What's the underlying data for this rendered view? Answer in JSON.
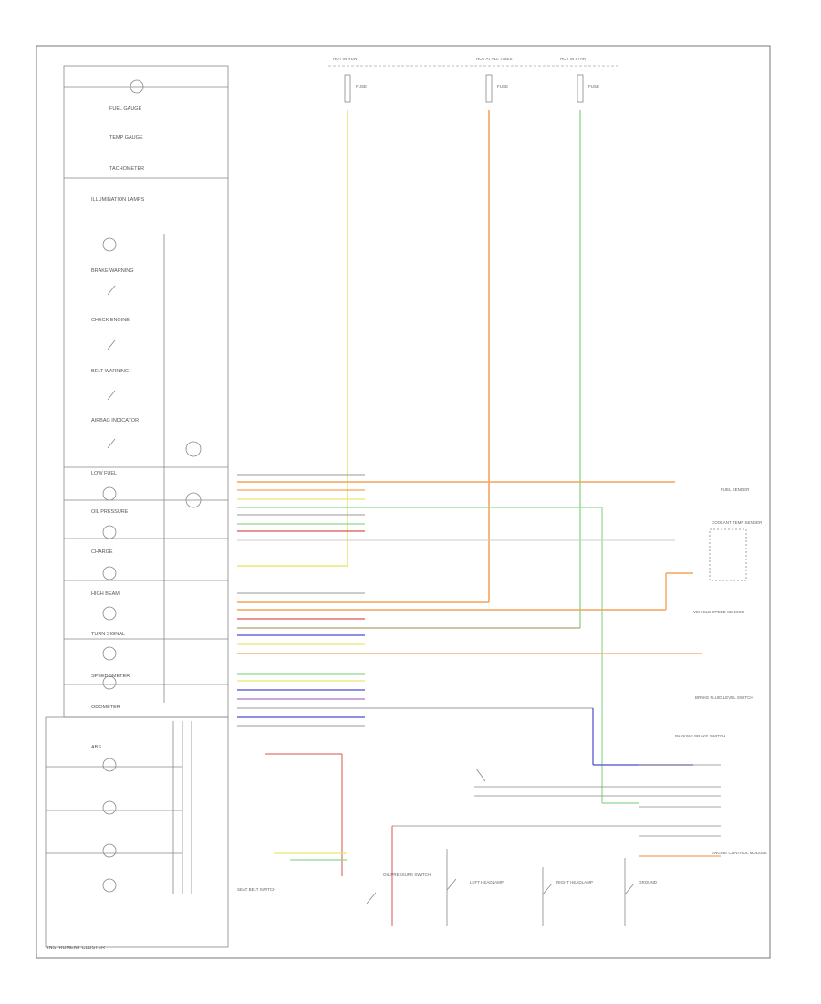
{
  "diagram": {
    "title": "",
    "footer_label": "INSTRUMENT CLUSTER",
    "page_ref": "",
    "fuses": [
      {
        "label": "HOT IN RUN",
        "fuse": "FUSE",
        "amp": ""
      },
      {
        "label": "HOT AT ALL TIMES",
        "fuse": "FUSE",
        "amp": ""
      },
      {
        "label": "HOT IN START",
        "fuse": "FUSE",
        "amp": ""
      }
    ],
    "cluster_items": [
      "FUEL GAUGE",
      "TEMP GAUGE",
      "TACHOMETER",
      "ILLUMINATION LAMPS",
      "BRAKE WARNING",
      "CHECK ENGINE",
      "BELT WARNING",
      "AIRBAG INDICATOR",
      "LOW FUEL",
      "OIL PRESSURE",
      "CHARGE",
      "HIGH BEAM",
      "TURN SIGNAL",
      "SPEEDOMETER",
      "ODOMETER",
      "ABS"
    ],
    "right_components": [
      "FUEL SENDER",
      "COOLANT TEMP SENDER",
      "VEHICLE SPEED SENSOR",
      "BRAKE FLUID LEVEL SWITCH",
      "PARKING BRAKE SWITCH",
      "ENGINE CONTROL MODULE"
    ],
    "bottom_components": [
      "SEAT BELT SWITCH",
      "OIL PRESSURE SWITCH",
      "LEFT HEADLAMP",
      "RIGHT HEADLAMP",
      "GROUND"
    ],
    "colors": {
      "yellow": "#e8e870",
      "orange": "#f5a35a",
      "green": "#8fd88f",
      "red": "#d9534f",
      "blue": "#4a4ad0",
      "purple": "#b070c0",
      "gray": "#999999",
      "black": "#333333"
    }
  }
}
